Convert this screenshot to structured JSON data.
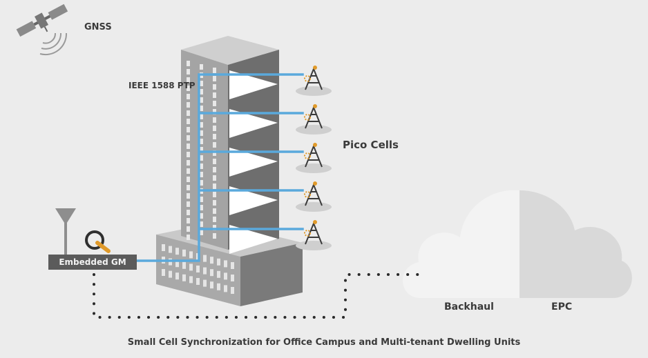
{
  "labels": {
    "gnss": "GNSS",
    "ptp": "IEEE 1588 PTP",
    "pico_cells": "Pico Cells",
    "embedded_gm": "Embedded GM",
    "backhaul": "Backhaul",
    "epc": "EPC"
  },
  "caption": "Small Cell Synchronization for Office Campus and Multi-tenant Dwelling Units",
  "pico_cell_count": 5,
  "colors": {
    "background": "#ececec",
    "ptp_link": "#5aa9dc",
    "building_front": "#a9a9a9",
    "building_dark": "#6f6f6f",
    "cloud_left": "#f3f3f3",
    "cloud_right": "#d9d9d9",
    "tower_accent": "#e09a2a",
    "gm_box": "#5b5b5b"
  },
  "icons": [
    "satellite-icon",
    "antenna-icon",
    "grandmaster-logo-icon",
    "cell-tower-icon",
    "cloud-icon"
  ]
}
